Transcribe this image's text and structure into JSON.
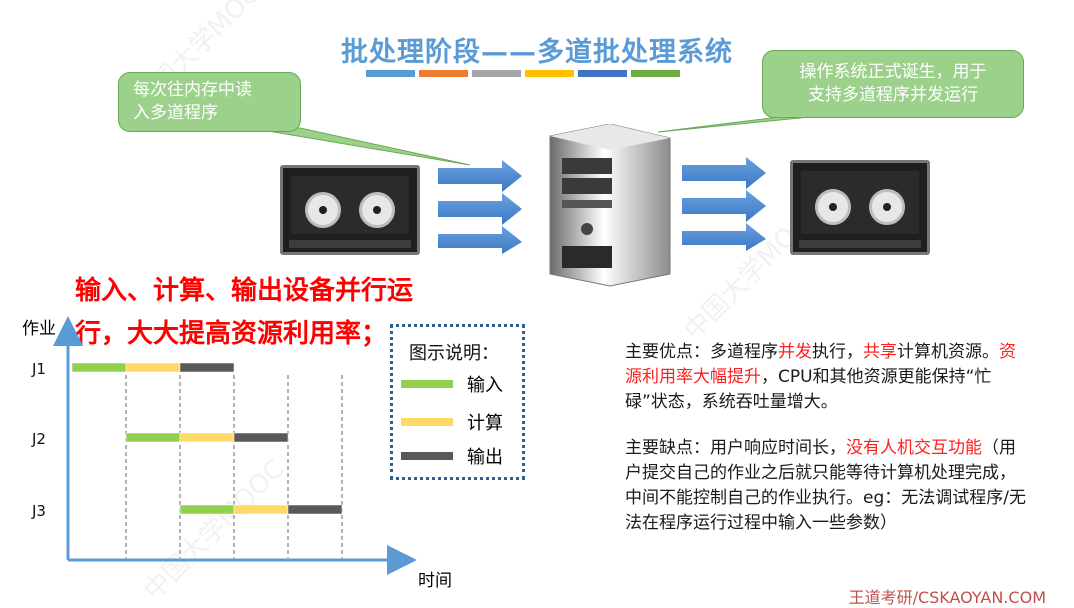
{
  "title": "批处理阶段——多道批处理系统",
  "title_strip_colors": [
    "#5b9bd5",
    "#ed7d31",
    "#a5a5a5",
    "#ffc000",
    "#4472c4",
    "#70ad47"
  ],
  "callout_left": "每次往内存中读\n入多道程序",
  "callout_right": "操作系统正式诞生，用于\n支持多道程序并发运行",
  "emphasis": {
    "line1": "输入、计算、输出设备并行运",
    "line2": "行，大大提高资源利用率；"
  },
  "chart_data": {
    "type": "gantt",
    "ylabel": "作业",
    "xlabel": "时间",
    "jobs": [
      {
        "name": "J1",
        "segments": [
          {
            "phase": "输入",
            "start": 0,
            "end": 1
          },
          {
            "phase": "计算",
            "start": 1,
            "end": 2
          },
          {
            "phase": "输出",
            "start": 2,
            "end": 3
          }
        ]
      },
      {
        "name": "J2",
        "segments": [
          {
            "phase": "输入",
            "start": 1,
            "end": 2
          },
          {
            "phase": "计算",
            "start": 2,
            "end": 3
          },
          {
            "phase": "输出",
            "start": 3,
            "end": 4
          }
        ]
      },
      {
        "name": "J3",
        "segments": [
          {
            "phase": "输入",
            "start": 2,
            "end": 3
          },
          {
            "phase": "计算",
            "start": 3,
            "end": 4
          },
          {
            "phase": "输出",
            "start": 4,
            "end": 5
          }
        ]
      }
    ],
    "phase_colors": {
      "输入": "#92d050",
      "计算": "#ffd966",
      "输出": "#595959"
    }
  },
  "legend": {
    "title": "图示说明：",
    "items": [
      {
        "label": "输入",
        "color": "#92d050"
      },
      {
        "label": "计算",
        "color": "#ffd966"
      },
      {
        "label": "输出",
        "color": "#595959"
      }
    ]
  },
  "advantages": {
    "p1": "主要优点：多道程序",
    "r1": "并发",
    "p2": "执行，",
    "r2": "共享",
    "p3": "计算机资源。",
    "r3": "资源利用率大幅提升",
    "p4": "，CPU和其他资源更能保持“忙碌”状态，系统吞吐量增大。"
  },
  "disadvantages": {
    "p1": "主要缺点：用户响应时间长，",
    "r1": "没有人机交互功能",
    "p2": "（用户提交自己的作业之后就只能等待计算机处理完成，中间不能控制自己的作业执行。eg：无法调试程序/无法在程序运行过程中输入一些参数）"
  },
  "footer": "王道考研/CSKAOYAN.COM",
  "watermark": "中国大学MOOC"
}
